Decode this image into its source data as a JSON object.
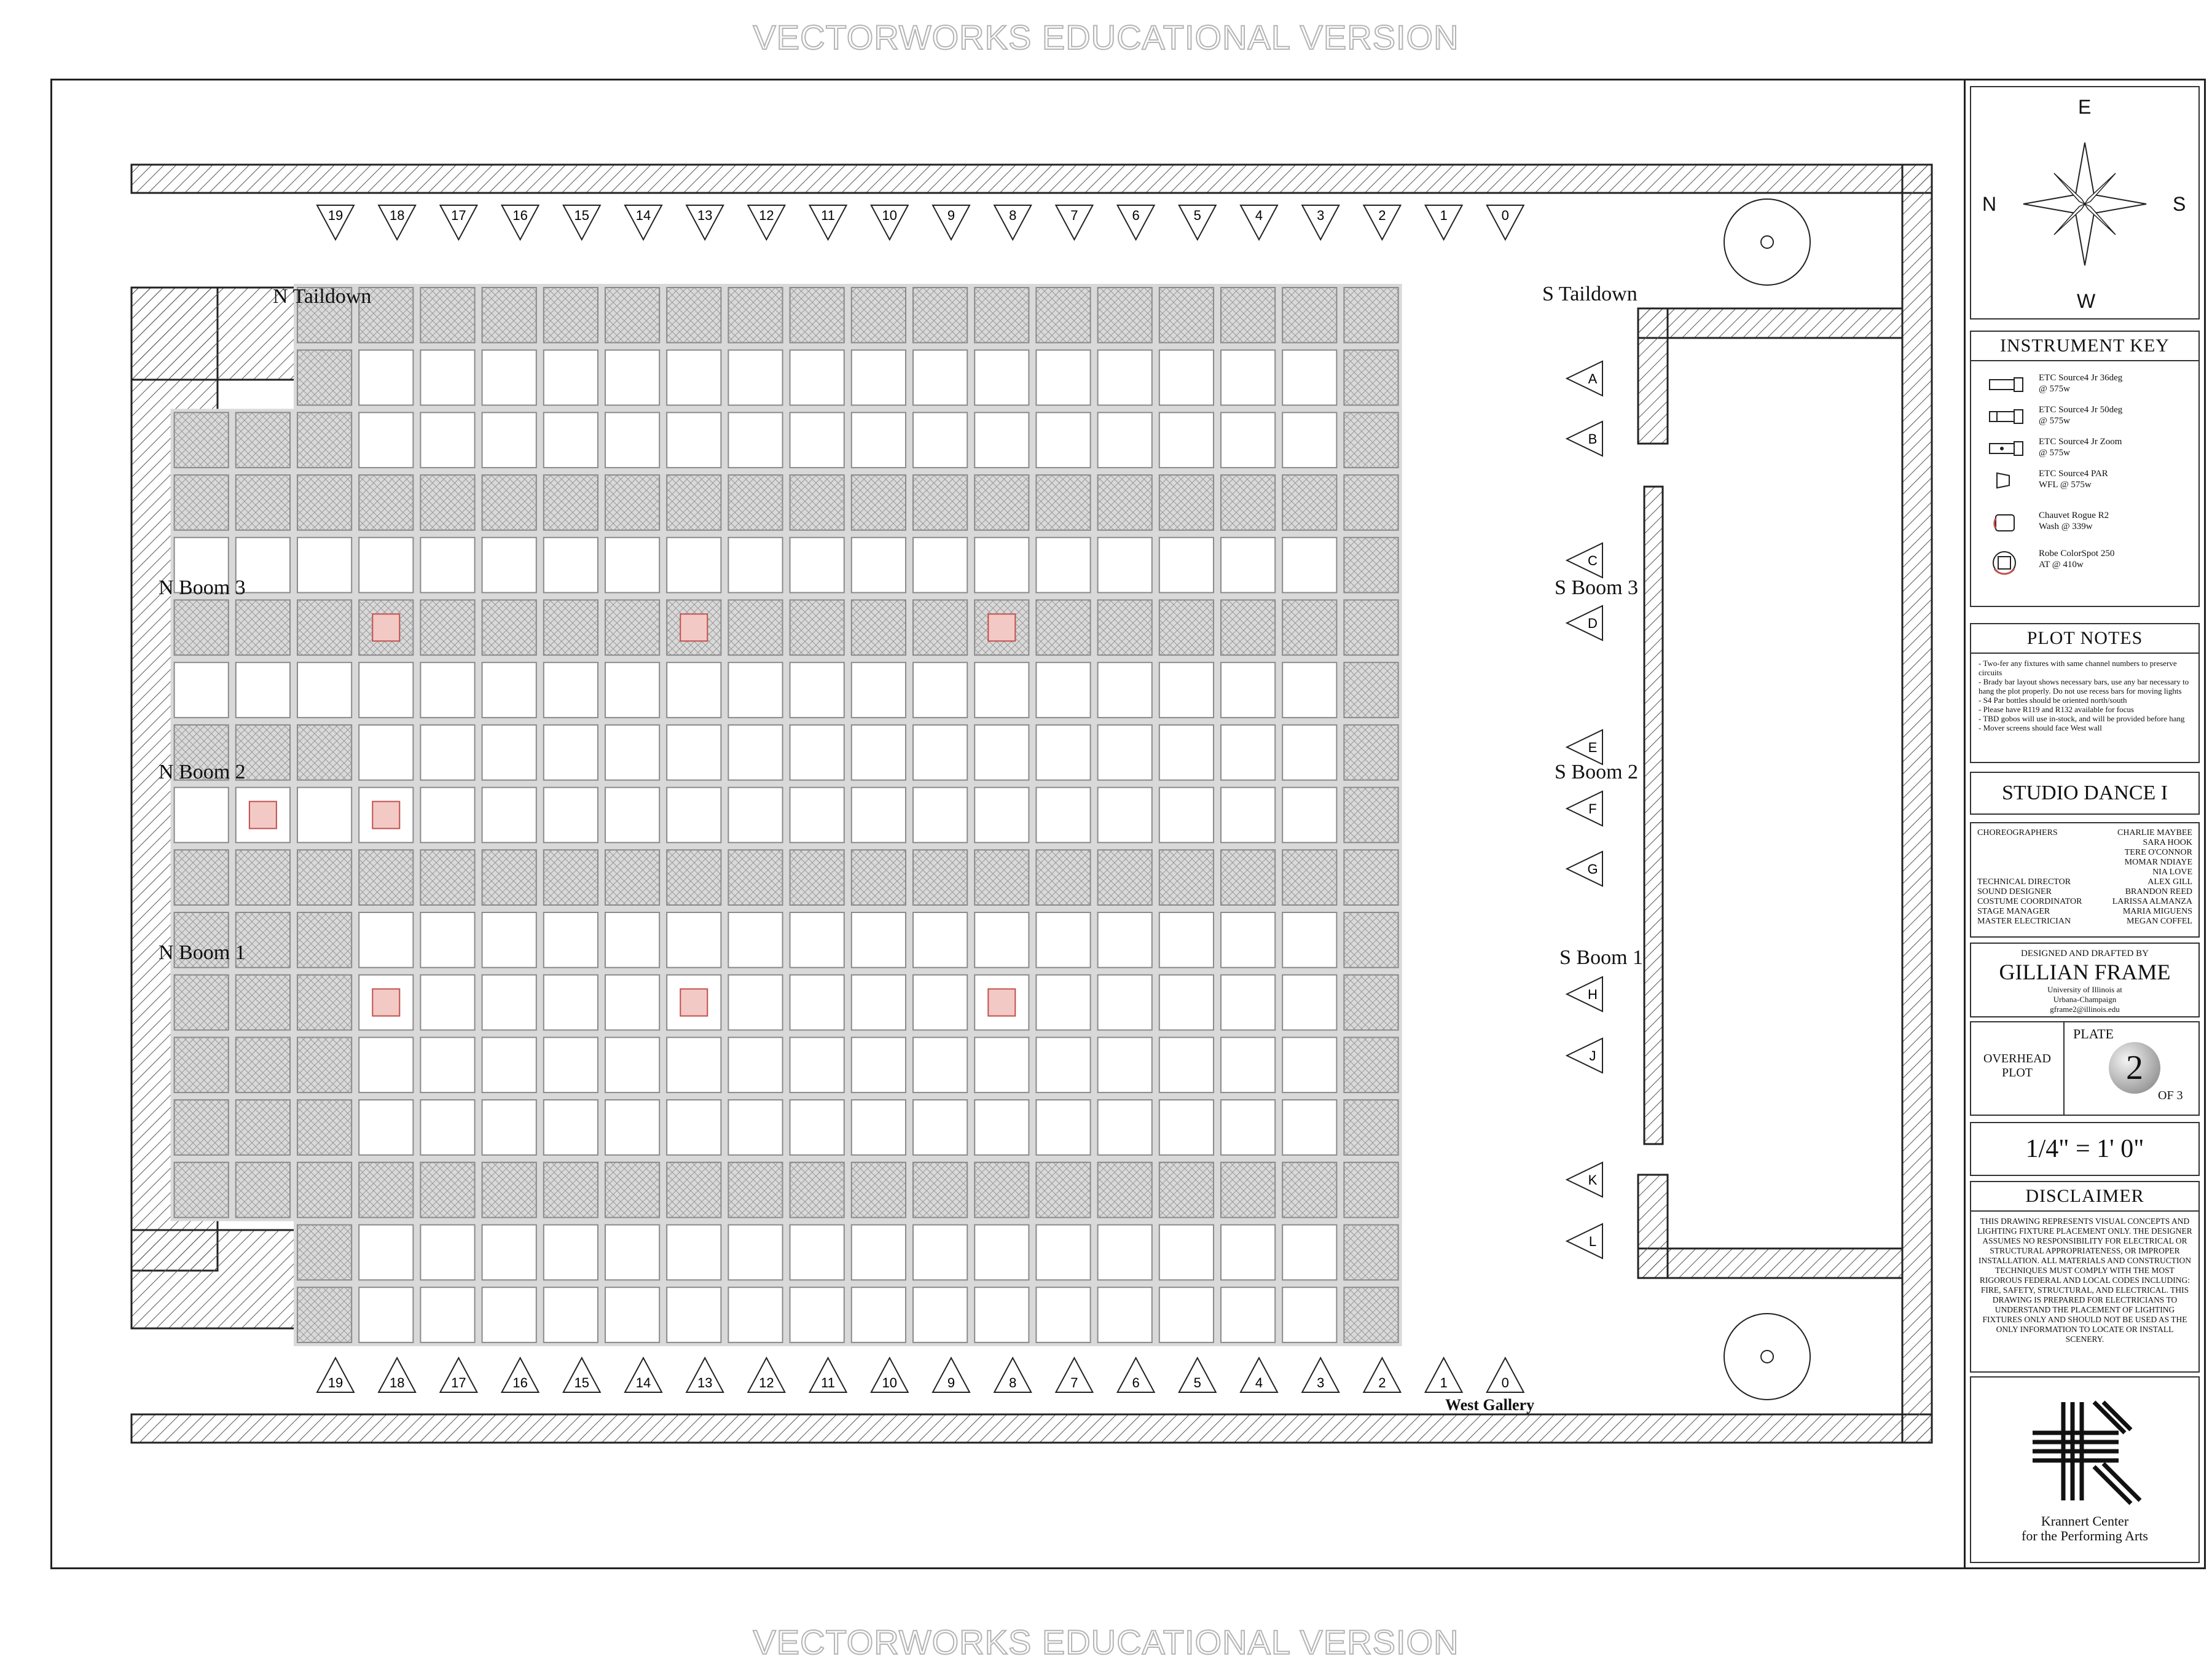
{
  "watermark": "VECTORWORKS EDUCATIONAL VERSION",
  "compass": {
    "north": "N",
    "south": "S",
    "east": "E",
    "west": "W"
  },
  "positions": {
    "n_taildown": "N Taildown",
    "s_taildown": "S Taildown",
    "n_boom_3": "N Boom 3",
    "n_boom_2": "N Boom 2",
    "n_boom_1": "N Boom 1",
    "s_boom_3": "S Boom 3",
    "s_boom_2": "S Boom 2",
    "s_boom_1": "S Boom 1",
    "west_gallery": "West Gallery"
  },
  "pipe_numbers": [
    "19",
    "18",
    "17",
    "16",
    "15",
    "14",
    "13",
    "12",
    "11",
    "10",
    "9",
    "8",
    "7",
    "6",
    "5",
    "4",
    "3",
    "2",
    "1",
    "0"
  ],
  "row_letters": [
    "A",
    "B",
    "C",
    "D",
    "E",
    "F",
    "G",
    "H",
    "J",
    "K",
    "L"
  ],
  "instrument_key": {
    "title": "INSTRUMENT KEY",
    "items": [
      {
        "name": "ETC Source4 Jr 36deg",
        "detail": "@ 575w",
        "icon": "source4-jr-36-icon"
      },
      {
        "name": "ETC Source4 Jr 50deg",
        "detail": "@ 575w",
        "icon": "source4-jr-50-icon"
      },
      {
        "name": "ETC Source4 Jr Zoom",
        "detail": "@ 575w",
        "icon": "source4-jr-zoom-icon"
      },
      {
        "name": "ETC Source4 PAR",
        "detail": "WFL @ 575w",
        "icon": "source4-par-icon"
      },
      {
        "name": "Chauvet Rogue R2",
        "detail": "Wash @ 339w",
        "icon": "rogue-wash-icon"
      },
      {
        "name": "Robe ColorSpot 250",
        "detail": "AT @ 410w",
        "icon": "colorspot-icon"
      }
    ]
  },
  "plot_notes": {
    "title": "PLOT NOTES",
    "items": [
      "- Two-fer any fixtures with same channel numbers to preserve circuits",
      "- Brady bar layout shows necessary bars, use any bar necessary to hang the plot properly. Do not use recess bars for moving lights",
      "- S4 Par bottles should be oriented north/south",
      "- Please have R119 and R132 available for focus",
      "- TBD gobos will use in-stock, and will be provided before hang",
      "- Mover screens should face West wall"
    ]
  },
  "show_title": "STUDIO DANCE I",
  "crew": [
    {
      "role": "CHOREOGRAPHERS",
      "name": "CHARLIE MAYBEE"
    },
    {
      "role": "",
      "name": "SARA HOOK"
    },
    {
      "role": "",
      "name": "TERE O'CONNOR"
    },
    {
      "role": "",
      "name": "MOMAR NDIAYE"
    },
    {
      "role": "",
      "name": "NIA LOVE"
    },
    {
      "role": "TECHNICAL DIRECTOR",
      "name": "ALEX GILL"
    },
    {
      "role": "SOUND DESIGNER",
      "name": "BRANDON REED"
    },
    {
      "role": "COSTUME COORDINATOR",
      "name": "LARISSA ALMANZA"
    },
    {
      "role": "STAGE MANAGER",
      "name": "MARIA MIGUENS"
    },
    {
      "role": "MASTER ELECTRICIAN",
      "name": "MEGAN COFFEL"
    }
  ],
  "designer": {
    "heading": "DESIGNED AND DRAFTED BY",
    "name": "GILLIAN FRAME",
    "line1": "University of Illinois at",
    "line2": "Urbana-Champaign",
    "email": "gframe2@illinois.edu"
  },
  "plate": {
    "sheet_name_1": "OVERHEAD",
    "sheet_name_2": "PLOT",
    "label": "PLATE",
    "number": "2",
    "of": "OF 3"
  },
  "scale": "1/4\" = 1' 0\"",
  "disclaimer": {
    "title": "DISCLAIMER",
    "text": "THIS DRAWING REPRESENTS VISUAL CONCEPTS AND LIGHTING FIXTURE PLACEMENT ONLY. THE DESIGNER ASSUMES NO RESPONSIBILITY FOR ELECTRICAL OR STRUCTURAL APPROPRIATENESS, OR IMPROPER INSTALLATION. ALL MATERIALS AND CONSTRUCTION TECHNIQUES MUST COMPLY WITH THE MOST RIGOROUS FEDERAL AND LOCAL CODES INCLUDING: FIRE, SAFETY, STRUCTURAL, AND ELECTRICAL. THIS DRAWING IS PREPARED FOR ELECTRICIANS TO UNDERSTAND THE PLACEMENT OF LIGHTING FIXTURES ONLY AND SHOULD NOT BE USED AS THE ONLY INFORMATION TO LOCATE OR INSTALL SCENERY."
  },
  "logo": {
    "line1": "Krannert Center",
    "line2": "for the Performing Arts"
  },
  "colors": {
    "line": "#222222",
    "grid": "#9a9a9a",
    "hatch": "#888888",
    "mover": "#f3c9c5",
    "mover_border": "#c0504d",
    "gel_red": "#c0504d"
  }
}
